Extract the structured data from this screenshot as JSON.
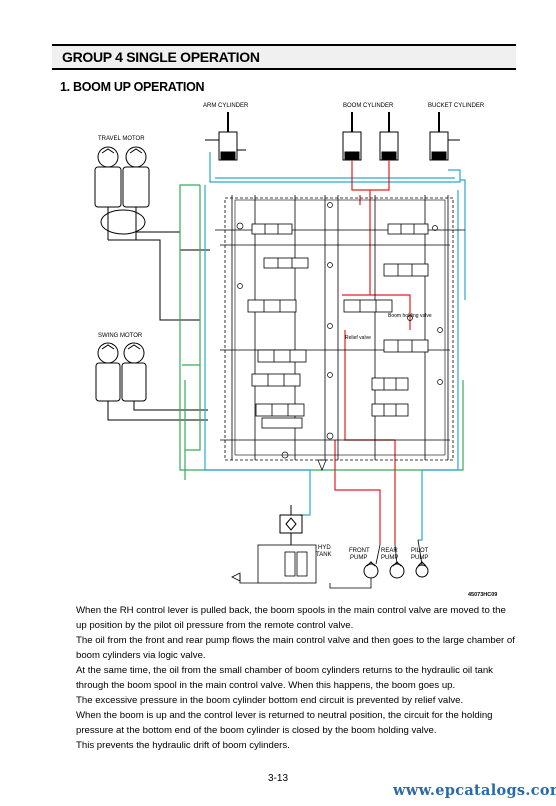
{
  "header": {
    "group_title": "GROUP  4   SINGLE OPERATION",
    "section_title": "1. BOOM UP OPERATION"
  },
  "diagram": {
    "labels": {
      "arm_cylinder": "ARM CYLINDER",
      "boom_cylinder": "BOOM CYLINDER",
      "bucket_cylinder": "BUCKET CYLINDER",
      "travel_motor": "TRAVEL MOTOR",
      "swing_motor": "SWING MOTOR",
      "boom_holding_valve": "Boom holding valve",
      "relief_valve": "Relief valve",
      "hyd_tank_1": "HYD",
      "hyd_tank_2": "TANK",
      "front_pump_1": "FRONT",
      "front_pump_2": "PUMP",
      "rear_pump_1": "REAR",
      "rear_pump_2": "PUMP",
      "pilot_pump_1": "PILOT",
      "pilot_pump_2": "PUMP",
      "drawing_code": "45073HC09"
    },
    "line_colors": {
      "pressure": "#e02020",
      "pilot": "#2aa8d0",
      "return": "#3aaa5a",
      "circuit": "#000000"
    }
  },
  "body": {
    "paragraphs": [
      "When the RH control lever is pulled back, the boom spools in the main control valve are moved to the up position by the pilot oil pressure from the remote control valve.",
      "The oil from the front and rear pump flows the main control valve and then goes to the large chamber of boom cylinders via logic valve.",
      "At the same time, the oil from the small chamber of boom cylinders returns to the hydraulic oil tank through the boom spool in the main control valve.  When this happens, the boom goes up.",
      "The excessive pressure in the boom cylinder bottom end circuit is prevented by relief valve.",
      "When the boom is up and the control lever is returned to neutral position, the circuit for the holding pressure at the bottom end of the boom cylinder is closed by the boom holding valve.",
      "This prevents the hydraulic drift of boom cylinders."
    ]
  },
  "footer": {
    "page_number": "3-13",
    "watermark": "www.epcatalogs.com"
  }
}
